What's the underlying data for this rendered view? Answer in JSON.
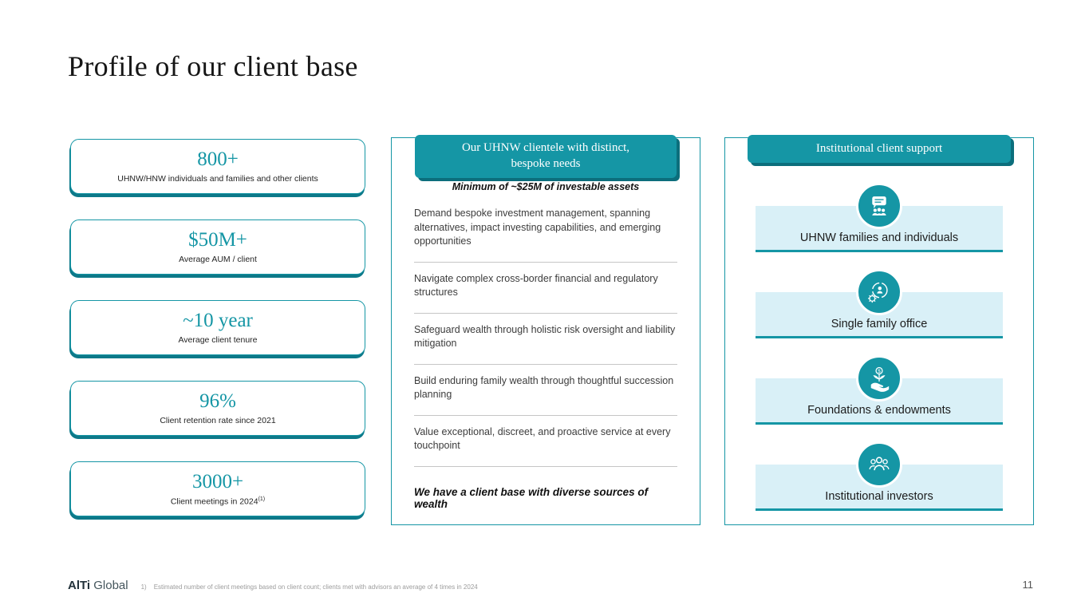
{
  "colors": {
    "teal": "#1596a5",
    "teal_dark": "#0d7989",
    "light_blue": "#d9f0f7"
  },
  "slide": {
    "title": "Profile of our client base",
    "page_number": "11",
    "logo": {
      "bold": "AlTi",
      "regular": "Global"
    },
    "footnote_marker": "1)",
    "footnote_text": "Estimated number of client meetings based on client count; clients met with advisors an average of 4 times in 2024"
  },
  "stats": [
    {
      "value": "800+",
      "label": "UHNW/HNW individuals and families and other clients",
      "sup": ""
    },
    {
      "value": "$50M+",
      "label": "Average AUM / client",
      "sup": ""
    },
    {
      "value": "~10 year",
      "label": "Average client tenure",
      "sup": ""
    },
    {
      "value": "96%",
      "label": "Client retention rate since 2021",
      "sup": ""
    },
    {
      "value": "3000+",
      "label": "Client meetings in 2024",
      "sup": "(1)"
    }
  ],
  "uhnw_panel": {
    "header": "Our UHNW clientele with distinct, bespoke needs",
    "subtitle": "Minimum of ~$25M of investable assets",
    "items": [
      "Demand bespoke investment management, spanning alternatives, impact investing capabilities, and emerging opportunities",
      "Navigate complex cross-border financial and regulatory structures",
      "Safeguard wealth through holistic risk oversight and liability mitigation",
      "Build enduring family wealth through thoughtful succession planning",
      "Value exceptional, discreet, and proactive service at every touchpoint"
    ],
    "footer": "We have a client base with diverse sources of wealth"
  },
  "institutional_panel": {
    "header": "Institutional client support",
    "items": [
      {
        "label": "UHNW families and individuals",
        "icon": "chat-bubble-people-icon"
      },
      {
        "label": "Single family office",
        "icon": "family-office-cycle-icon"
      },
      {
        "label": "Foundations & endowments",
        "icon": "hand-growth-icon"
      },
      {
        "label": "Institutional investors",
        "icon": "people-group-icon"
      }
    ]
  }
}
